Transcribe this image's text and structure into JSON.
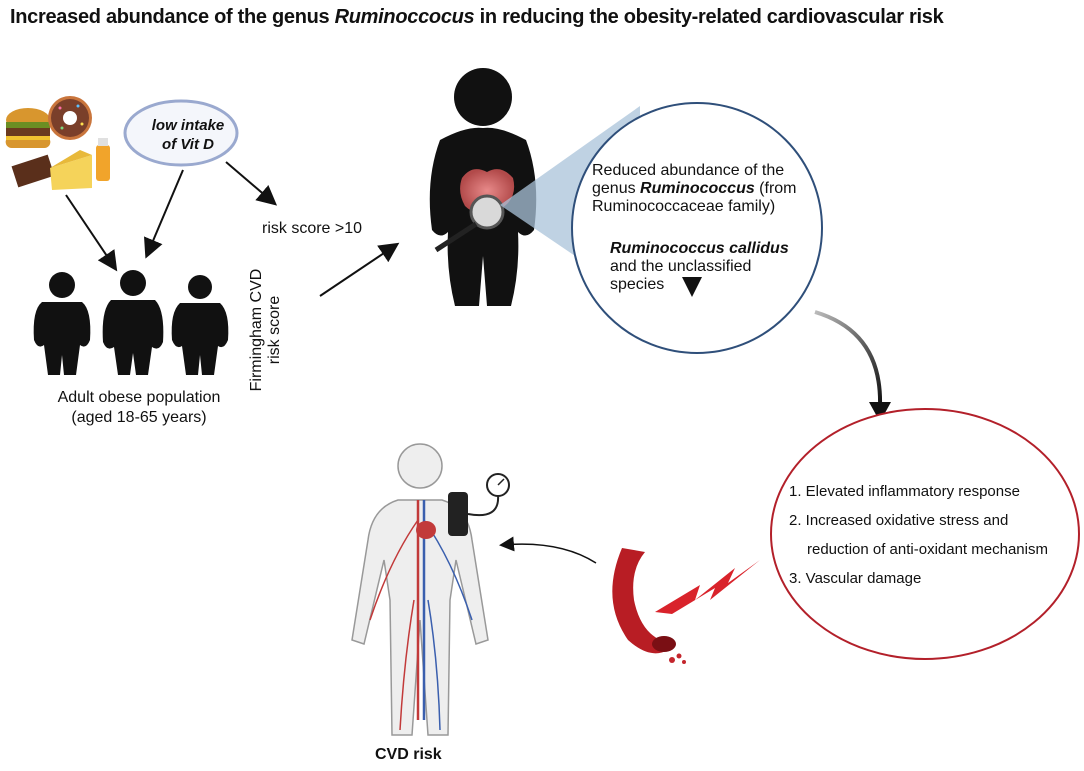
{
  "title": {
    "part1": "Increased abundance of the genus ",
    "italic": "Ruminoccocus",
    "part2": " in reducing the obesity-related cardiovascular risk"
  },
  "vitd": {
    "line1": "low intake",
    "line2": "of Vit D"
  },
  "risk_score": "risk score >10",
  "framingham": {
    "line1": "Firmingham CVD",
    "line2": "risk score"
  },
  "population": {
    "line1": "Adult obese population",
    "line2": "(aged 18-65 years)"
  },
  "zoom": {
    "line1": "Reduced abundance of the",
    "line2_a": "genus ",
    "line2_b": "Ruminococcus",
    "line2_c": " (from",
    "line3": "Ruminococcaceae family)",
    "species_bold": "Ruminococcus callidus",
    "species_line2": "and the unclassified",
    "species_line3": "species"
  },
  "effects": {
    "item1": "1. Elevated inflammatory response",
    "item2a": "2. Increased oxidative stress and",
    "item2b": "reduction of  anti-oxidant mechanism",
    "item3": "3. Vascular damage"
  },
  "cvd_risk": "CVD risk",
  "colors": {
    "silhouette": "#111111",
    "vitd_border": "#9aa9cf",
    "vitd_fill": "#f4f6fb",
    "zoom_circle": "#2f4f7a",
    "zoom_cone": "#aac3d9",
    "effects_ellipse": "#b3202a",
    "vessel": "#b81d24",
    "lightning": "#d9232b"
  }
}
